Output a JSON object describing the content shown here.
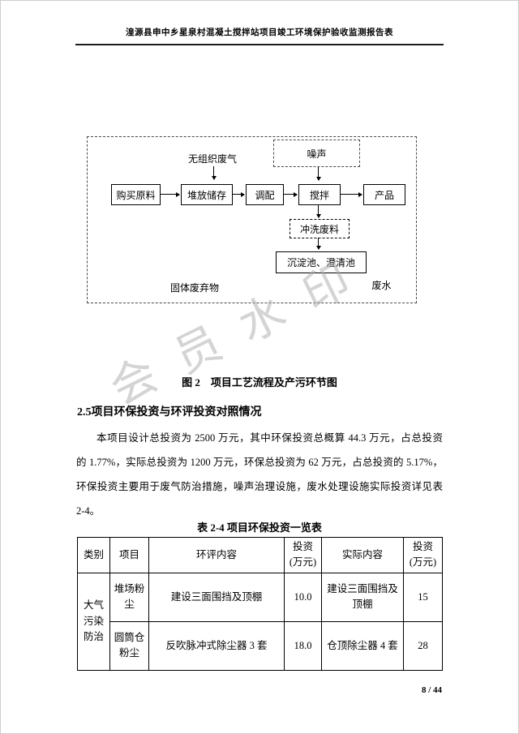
{
  "page": {
    "header_title": "湟源县申中乡星泉村混凝土搅拌站项目竣工环境保护验收监测报告表",
    "watermark": "会员水印",
    "page_number": "8 / 44"
  },
  "flowchart": {
    "caption": "图 2　项目工艺流程及产污环节图",
    "nodes": {
      "purchase": "购买原料",
      "storage": "堆放储存",
      "blend": "调配",
      "mix": "搅拌",
      "product": "产品",
      "wash_waste": "冲洗废料",
      "sediment_tank": "沉淀池、澄清池"
    },
    "labels": {
      "fugitive_gas": "无组织废气",
      "noise": "噪声",
      "solid_waste": "固体废弃物",
      "wastewater": "废水"
    }
  },
  "section": {
    "heading": "2.5项目环保投资与环评投资对照情况",
    "paragraph_lines": [
      "本项目设计总投资为 2500 万元，其中环保投资总概算 44.3 万元，占总投资",
      "的 1.77%，实际总投资为 1200 万元，环保总投资为 62 万元，占总投资的 5.17%，",
      "环保投资主要用于废气防治措施，噪声治理设施，废水处理设施实际投资详见表",
      "2-4。"
    ]
  },
  "investment_table": {
    "title": "表 2-4 项目环保投资一览表",
    "headers": [
      "类别",
      "项目",
      "环评内容",
      "投资\n(万元)",
      "实际内容",
      "投资\n(万元)"
    ],
    "category": "大气\n污染\n防治",
    "rows": [
      {
        "item": "堆场粉尘",
        "eia_content": "建设三面围挡及顶棚",
        "eia_cost": "10.0",
        "actual_content": "建设三面围挡及顶棚",
        "actual_cost": "15"
      },
      {
        "item": "圆筒仓粉尘",
        "eia_content": "反吹脉冲式除尘器 3 套",
        "eia_cost": "18.0",
        "actual_content": "仓顶除尘器 4 套",
        "actual_cost": "28"
      }
    ]
  }
}
